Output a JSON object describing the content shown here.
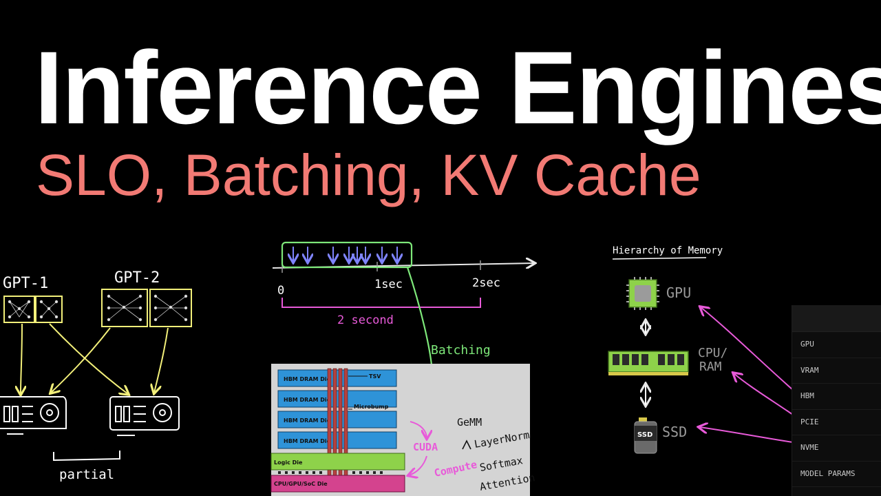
{
  "title": "Inference Engines",
  "subtitle": "SLO, Batching, KV Cache",
  "left_sketch": {
    "model_a": "GPT-1",
    "model_b": "GPT-2",
    "caption": "partial"
  },
  "timeline": {
    "ticks": [
      "0",
      "1sec",
      "2sec"
    ],
    "span_label": "2 second",
    "arrow_label": "Batching"
  },
  "hbm_stack": {
    "dies": [
      "HBM DRAM Die",
      "HBM DRAM Die",
      "HBM DRAM Die",
      "HBM DRAM Die"
    ],
    "tsv": "TSV",
    "microbump": "Microbump",
    "logic": "Logic Die",
    "base": "CPU/GPU/SoC Die"
  },
  "compute": {
    "cuda": "CUDA",
    "compute": "Compute",
    "gemm": "GeMM",
    "ops": [
      "LayerNorm",
      "Softmax",
      "Attention"
    ]
  },
  "memory": {
    "title": "Hierarchy of Memory",
    "gpu": "GPU",
    "cpu": "CPU/",
    "ram": "RAM",
    "ssd": "SSD",
    "ssd_chip": "SSD"
  },
  "side_panel": {
    "rows": [
      "GPU",
      "VRAM",
      "HBM",
      "PCIE",
      "NVME",
      "MODEL PARAMS"
    ]
  },
  "colors": {
    "subtitle": "#f27a74",
    "sketch_yellow": "#f3f07a",
    "sketch_green": "#7ee87a",
    "sketch_magenta": "#e85ad9",
    "sketch_blue": "#7f84ff",
    "hbm_blue": "#2e93d8",
    "logic_green": "#8ed24a",
    "base_pink": "#d4438e"
  }
}
